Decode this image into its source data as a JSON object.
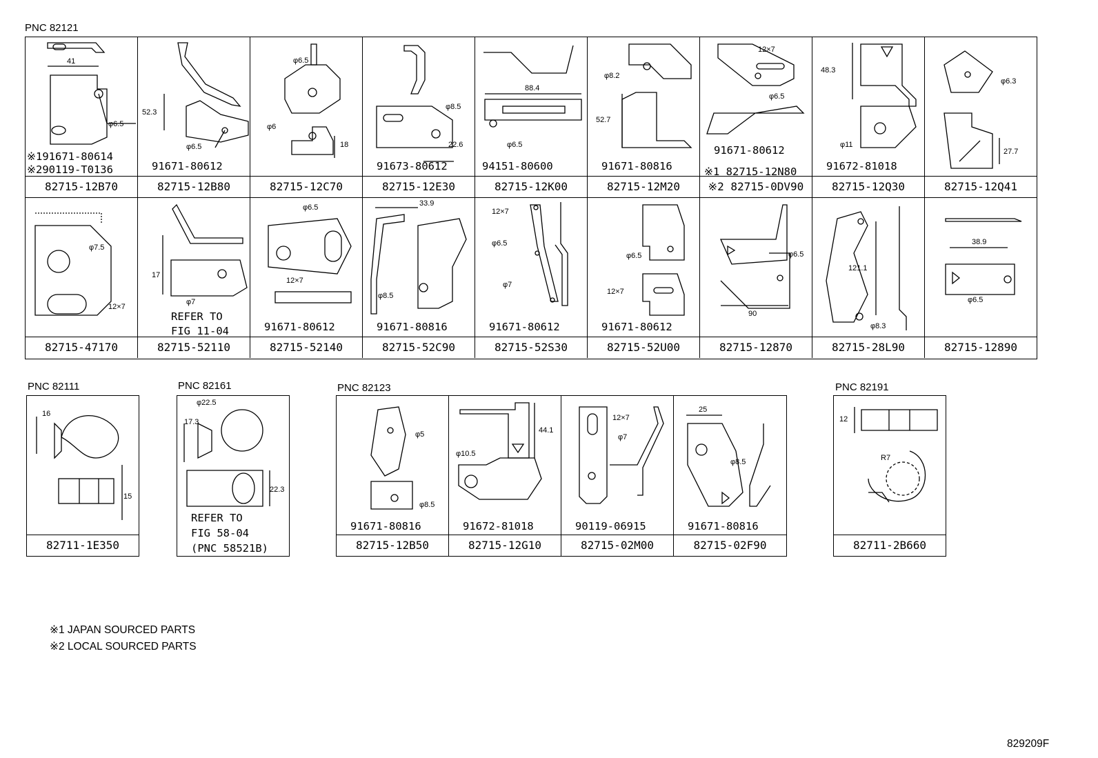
{
  "groups": [
    {
      "pnc": "PNC 82121"
    },
    {
      "pnc": "PNC 82111"
    },
    {
      "pnc": "PNC 82161"
    },
    {
      "pnc": "PNC 82123"
    },
    {
      "pnc": "PNC 82191"
    }
  ],
  "row1": [
    {
      "pn": "82715-12B70",
      "bolt_a": "※191671-80614",
      "bolt_b": "※290119-T0136",
      "dims": [
        "41",
        "φ6.5"
      ]
    },
    {
      "pn": "82715-12B80",
      "bolt": "91671-80612",
      "dims": [
        "52.3",
        "φ6.5"
      ]
    },
    {
      "pn": "82715-12C70",
      "dims": [
        "φ6.5",
        "φ6",
        "18"
      ]
    },
    {
      "pn": "82715-12E30",
      "bolt": "91673-80612",
      "dims": [
        "φ8.5",
        "22.6"
      ]
    },
    {
      "pn": "82715-12K00",
      "bolt": "94151-80600",
      "dims": [
        "88.4",
        "φ6.5"
      ]
    },
    {
      "pn": "82715-12M20",
      "bolt": "91671-80816",
      "dims": [
        "φ8.2",
        "52.7"
      ]
    },
    {
      "pn": "※2 82715-0DV90",
      "bolt": "91671-80612",
      "alt": "※1 82715-12N80",
      "dims": [
        "12×7",
        "φ6.5"
      ]
    },
    {
      "pn": "82715-12Q30",
      "bolt": "91672-81018",
      "dims": [
        "48.3",
        "φ11"
      ]
    },
    {
      "pn": "82715-12Q41",
      "dims": [
        "φ6.3",
        "27.7"
      ]
    }
  ],
  "row2": [
    {
      "pn": "82715-47170",
      "dims": [
        "φ7.5",
        "12×7"
      ]
    },
    {
      "pn": "82715-52110",
      "refer": [
        "REFER TO",
        "FIG 11-04"
      ],
      "dims": [
        "17",
        "φ7"
      ]
    },
    {
      "pn": "82715-52140",
      "bolt": "91671-80612",
      "dims": [
        "φ6.5",
        "12×7"
      ]
    },
    {
      "pn": "82715-52C90",
      "bolt": "91671-80816",
      "dims": [
        "33.9",
        "φ8.5"
      ]
    },
    {
      "pn": "82715-52S30",
      "bolt": "91671-80612",
      "dims": [
        "12×7",
        "φ6.5",
        "φ7"
      ]
    },
    {
      "pn": "82715-52U00",
      "bolt": "91671-80612",
      "dims": [
        "φ6.5",
        "12×7"
      ]
    },
    {
      "pn": "82715-12870",
      "dims": [
        "φ6.5",
        "90"
      ]
    },
    {
      "pn": "82715-28L90",
      "dims": [
        "121.1",
        "φ8.3"
      ]
    },
    {
      "pn": "82715-12890",
      "dims": [
        "38.9",
        "φ6.5"
      ]
    }
  ],
  "g82111": {
    "pn": "82711-1E350",
    "dims": [
      "16",
      "15"
    ]
  },
  "g82161": {
    "refer": [
      "REFER TO",
      "FIG 58-04",
      "(PNC 58521B)"
    ],
    "dims": [
      "φ22.5",
      "17.3",
      "22.3"
    ]
  },
  "g82123": [
    {
      "pn": "82715-12B50",
      "bolt": "91671-80816",
      "dims": [
        "φ5",
        "φ8.5"
      ]
    },
    {
      "pn": "82715-12G10",
      "bolt": "91672-81018",
      "dims": [
        "44.1",
        "φ10.5"
      ]
    },
    {
      "pn": "82715-02M00",
      "bolt": "90119-06915",
      "dims": [
        "12×7",
        "φ7"
      ]
    },
    {
      "pn": "82715-02F90",
      "bolt": "91671-80816",
      "dims": [
        "25",
        "φ8.5"
      ]
    }
  ],
  "g82191": {
    "pn": "82711-2B660",
    "dims": [
      "12",
      "R7"
    ]
  },
  "notes": [
    "※1 JAPAN SOURCED PARTS",
    "※2 LOCAL SOURCED PARTS"
  ],
  "figure_id": "829209F"
}
